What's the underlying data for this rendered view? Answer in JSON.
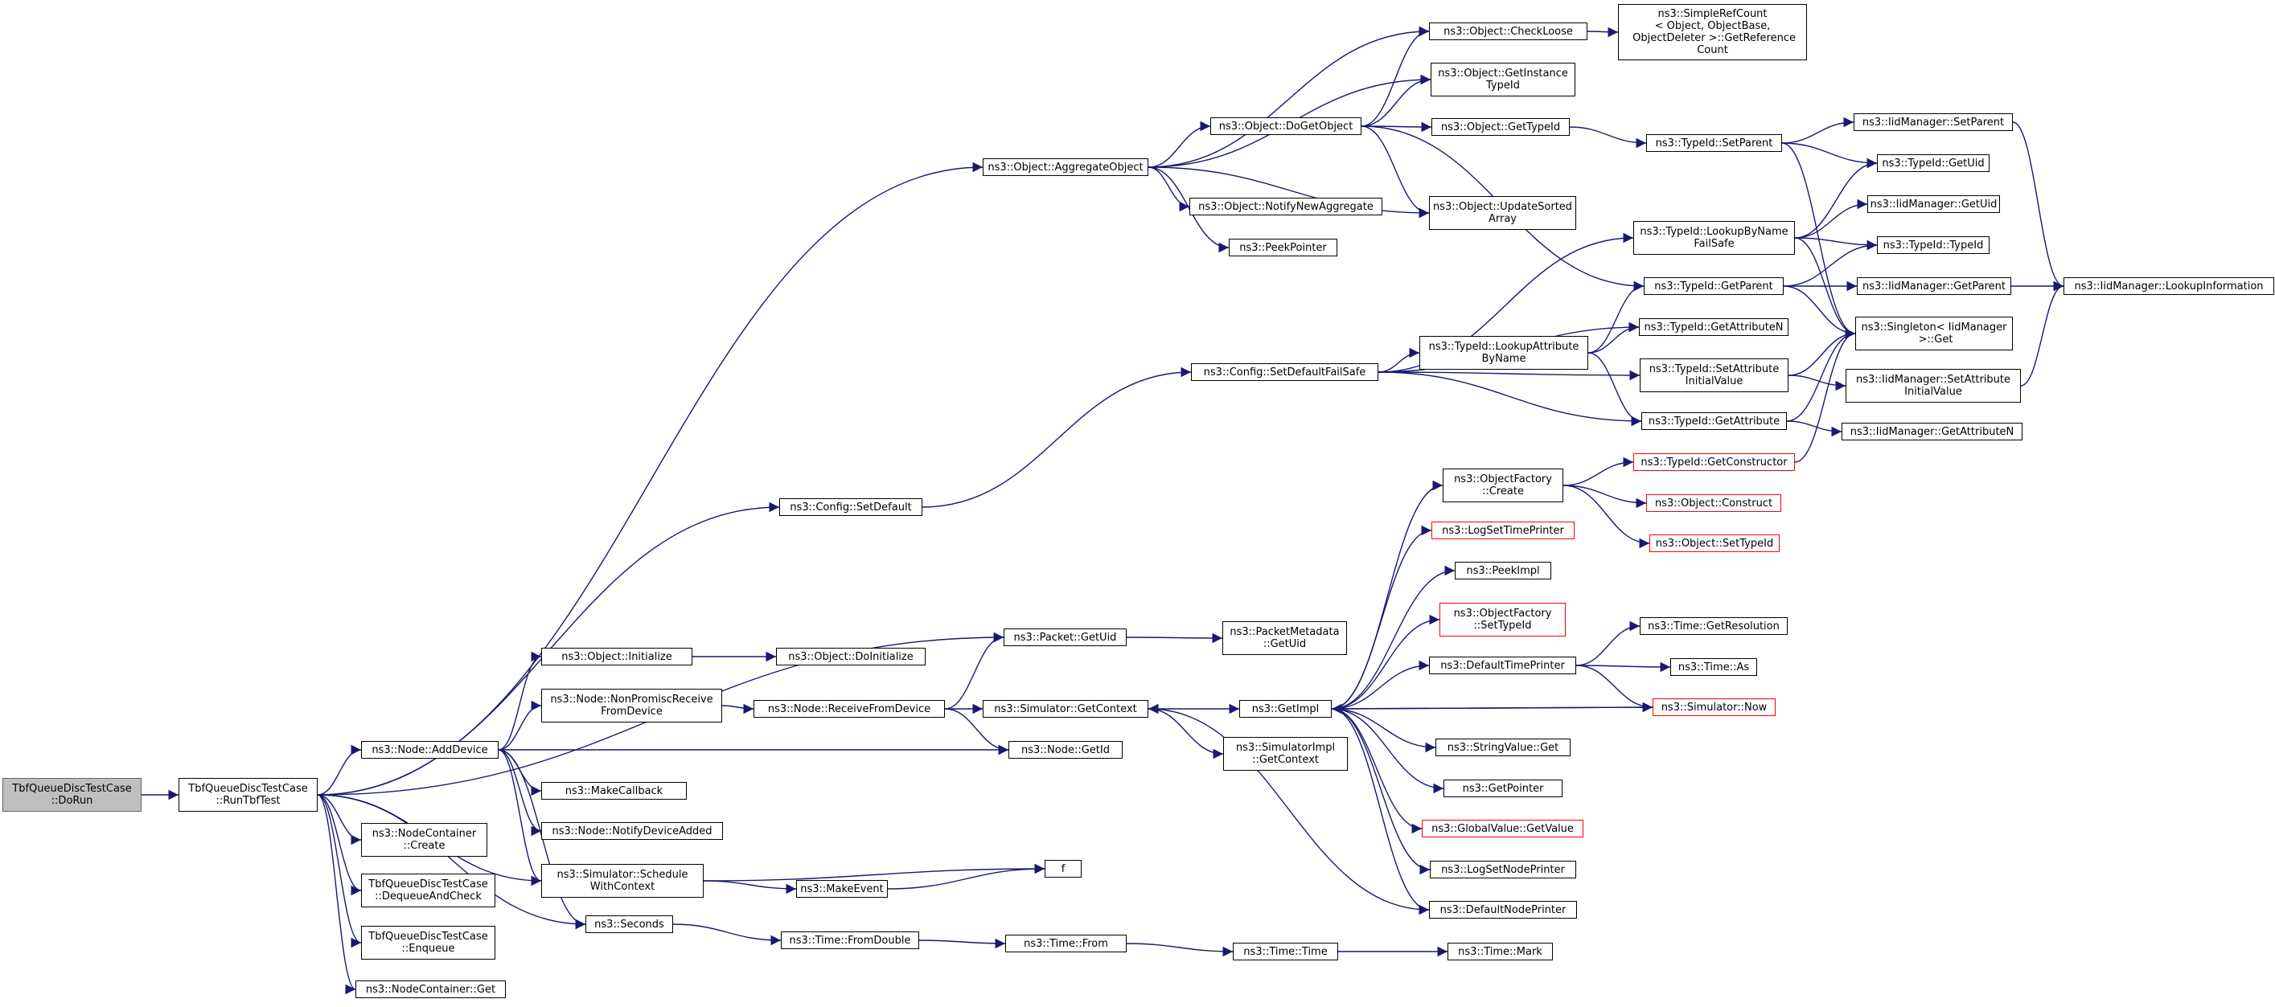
{
  "colors": {
    "edge": "#191970",
    "node_border": "#000000",
    "root_fill": "#bfbfbf",
    "incomplete_border": "#ff0000"
  },
  "nodes": [
    {
      "id": "root",
      "label": "TbfQueueDiscTestCase\n::DoRun",
      "style": "root"
    },
    {
      "id": "runtbf",
      "label": "TbfQueueDiscTestCase\n::RunTbfTest"
    },
    {
      "id": "nodeAddDevice",
      "label": "ns3::Node::AddDevice"
    },
    {
      "id": "ncCreate",
      "label": "ns3::NodeContainer\n::Create"
    },
    {
      "id": "deqCheck",
      "label": "TbfQueueDiscTestCase\n::DequeueAndCheck"
    },
    {
      "id": "enqueue",
      "label": "TbfQueueDiscTestCase\n::Enqueue"
    },
    {
      "id": "ncGet",
      "label": "ns3::NodeContainer::Get"
    },
    {
      "id": "objInit",
      "label": "ns3::Object::Initialize"
    },
    {
      "id": "nonPromisc",
      "label": "ns3::Node::NonPromiscReceive\nFromDevice"
    },
    {
      "id": "makeCallback",
      "label": "ns3::MakeCallback"
    },
    {
      "id": "notifyDevAdded",
      "label": "ns3::Node::NotifyDeviceAdded"
    },
    {
      "id": "schedWithCtx",
      "label": "ns3::Simulator::Schedule\nWithContext"
    },
    {
      "id": "seconds",
      "label": "ns3::Seconds"
    },
    {
      "id": "objDoInit",
      "label": "ns3::Object::DoInitialize"
    },
    {
      "id": "recvFromDev",
      "label": "ns3::Node::ReceiveFromDevice"
    },
    {
      "id": "makeEvent",
      "label": "ns3::MakeEvent"
    },
    {
      "id": "fromDouble",
      "label": "ns3::Time::FromDouble"
    },
    {
      "id": "aggObj",
      "label": "ns3::Object::AggregateObject"
    },
    {
      "id": "cfgSetDefault",
      "label": "ns3::Config::SetDefault"
    },
    {
      "id": "pktGetUid",
      "label": "ns3::Packet::GetUid"
    },
    {
      "id": "simGetCtx",
      "label": "ns3::Simulator::GetContext"
    },
    {
      "id": "nodeGetId",
      "label": "ns3::Node::GetId"
    },
    {
      "id": "f",
      "label": "f"
    },
    {
      "id": "timeFrom",
      "label": "ns3::Time::From"
    },
    {
      "id": "doGetObj",
      "label": "ns3::Object::DoGetObject"
    },
    {
      "id": "notifyNewAgg",
      "label": "ns3::Object::NotifyNewAggregate"
    },
    {
      "id": "peekPtr",
      "label": "ns3::PeekPointer"
    },
    {
      "id": "cfgSetDefFS",
      "label": "ns3::Config::SetDefaultFailSafe"
    },
    {
      "id": "pmGetUid",
      "label": "ns3::PacketMetadata\n::GetUid"
    },
    {
      "id": "getImpl",
      "label": "ns3::GetImpl"
    },
    {
      "id": "simImplGetCtx",
      "label": "ns3::SimulatorImpl\n::GetContext"
    },
    {
      "id": "timeTime",
      "label": "ns3::Time::Time"
    },
    {
      "id": "checkLoose",
      "label": "ns3::Object::CheckLoose"
    },
    {
      "id": "getInstTid",
      "label": "ns3::Object::GetInstance\nTypeId"
    },
    {
      "id": "objGetTid",
      "label": "ns3::Object::GetTypeId"
    },
    {
      "id": "updSorted",
      "label": "ns3::Object::UpdateSorted\nArray"
    },
    {
      "id": "lookupAttr",
      "label": "ns3::TypeId::LookupAttribute\nByName"
    },
    {
      "id": "ofCreate",
      "label": "ns3::ObjectFactory\n::Create"
    },
    {
      "id": "logSetTime",
      "label": "ns3::LogSetTimePrinter",
      "style": "red"
    },
    {
      "id": "peekImpl",
      "label": "ns3::PeekImpl"
    },
    {
      "id": "ofSetTid",
      "label": "ns3::ObjectFactory\n::SetTypeId",
      "style": "red"
    },
    {
      "id": "defTimePrinter",
      "label": "ns3::DefaultTimePrinter"
    },
    {
      "id": "strValGet",
      "label": "ns3::StringValue::Get"
    },
    {
      "id": "getPointer",
      "label": "ns3::GetPointer"
    },
    {
      "id": "gvGetValue",
      "label": "ns3::GlobalValue::GetValue",
      "style": "red"
    },
    {
      "id": "logSetNode",
      "label": "ns3::LogSetNodePrinter"
    },
    {
      "id": "defNodePrinter",
      "label": "ns3::DefaultNodePrinter"
    },
    {
      "id": "timeMark",
      "label": "ns3::Time::Mark"
    },
    {
      "id": "srcGetRef",
      "label": "ns3::SimpleRefCount\n< Object, ObjectBase,\n ObjectDeleter >::GetReference\nCount"
    },
    {
      "id": "tidSetParent",
      "label": "ns3::TypeId::SetParent"
    },
    {
      "id": "lookupByName",
      "label": "ns3::TypeId::LookupByName\nFailSafe"
    },
    {
      "id": "tidGetParent",
      "label": "ns3::TypeId::GetParent"
    },
    {
      "id": "tidGetAttrN",
      "label": "ns3::TypeId::GetAttributeN"
    },
    {
      "id": "tidSetAttrInit",
      "label": "ns3::TypeId::SetAttribute\nInitialValue"
    },
    {
      "id": "tidGetAttr",
      "label": "ns3::TypeId::GetAttribute"
    },
    {
      "id": "tidGetCtor",
      "label": "ns3::TypeId::GetConstructor",
      "style": "red"
    },
    {
      "id": "objConstruct",
      "label": "ns3::Object::Construct",
      "style": "red"
    },
    {
      "id": "objSetTid",
      "label": "ns3::Object::SetTypeId",
      "style": "red"
    },
    {
      "id": "timeGetRes",
      "label": "ns3::Time::GetResolution"
    },
    {
      "id": "timeAs",
      "label": "ns3::Time::As"
    },
    {
      "id": "simNow",
      "label": "ns3::Simulator::Now",
      "style": "red"
    },
    {
      "id": "iidSetParent",
      "label": "ns3::IidManager::SetParent"
    },
    {
      "id": "tidGetUid",
      "label": "ns3::TypeId::GetUid"
    },
    {
      "id": "iidGetUid",
      "label": "ns3::IidManager::GetUid"
    },
    {
      "id": "tidTypeId",
      "label": "ns3::TypeId::TypeId"
    },
    {
      "id": "iidGetParent",
      "label": "ns3::IidManager::GetParent"
    },
    {
      "id": "singletonGet",
      "label": "ns3::Singleton< IidManager\n >::Get"
    },
    {
      "id": "iidSetAttrInit",
      "label": "ns3::IidManager::SetAttribute\nInitialValue"
    },
    {
      "id": "iidGetAttrN",
      "label": "ns3::IidManager::GetAttributeN"
    },
    {
      "id": "iidLookupInfo",
      "label": "ns3::IidManager::LookupInformation"
    }
  ],
  "edges": [
    [
      "root",
      "runtbf"
    ],
    [
      "runtbf",
      "aggObj"
    ],
    [
      "runtbf",
      "cfgSetDefault"
    ],
    [
      "runtbf",
      "pktGetUid"
    ],
    [
      "runtbf",
      "nodeAddDevice"
    ],
    [
      "runtbf",
      "schedWithCtx"
    ],
    [
      "runtbf",
      "seconds"
    ],
    [
      "runtbf",
      "ncCreate"
    ],
    [
      "runtbf",
      "deqCheck"
    ],
    [
      "runtbf",
      "enqueue"
    ],
    [
      "runtbf",
      "ncGet"
    ],
    [
      "nodeAddDevice",
      "objInit"
    ],
    [
      "nodeAddDevice",
      "nonPromisc"
    ],
    [
      "nodeAddDevice",
      "nodeGetId"
    ],
    [
      "nodeAddDevice",
      "makeCallback"
    ],
    [
      "nodeAddDevice",
      "notifyDevAdded"
    ],
    [
      "nodeAddDevice",
      "schedWithCtx"
    ],
    [
      "nodeAddDevice",
      "seconds"
    ],
    [
      "objInit",
      "objDoInit"
    ],
    [
      "nonPromisc",
      "recvFromDev"
    ],
    [
      "recvFromDev",
      "pktGetUid"
    ],
    [
      "recvFromDev",
      "simGetCtx"
    ],
    [
      "recvFromDev",
      "nodeGetId"
    ],
    [
      "schedWithCtx",
      "makeEvent"
    ],
    [
      "schedWithCtx",
      "f"
    ],
    [
      "makeEvent",
      "f"
    ],
    [
      "seconds",
      "fromDouble"
    ],
    [
      "fromDouble",
      "timeFrom"
    ],
    [
      "timeFrom",
      "timeTime"
    ],
    [
      "timeTime",
      "timeMark"
    ],
    [
      "aggObj",
      "checkLoose"
    ],
    [
      "aggObj",
      "getInstTid"
    ],
    [
      "aggObj",
      "doGetObj"
    ],
    [
      "aggObj",
      "updSorted"
    ],
    [
      "aggObj",
      "notifyNewAgg"
    ],
    [
      "aggObj",
      "peekPtr"
    ],
    [
      "doGetObj",
      "checkLoose"
    ],
    [
      "doGetObj",
      "getInstTid"
    ],
    [
      "doGetObj",
      "objGetTid"
    ],
    [
      "doGetObj",
      "updSorted"
    ],
    [
      "doGetObj",
      "tidGetParent"
    ],
    [
      "checkLoose",
      "srcGetRef"
    ],
    [
      "objGetTid",
      "tidSetParent"
    ],
    [
      "cfgSetDefault",
      "cfgSetDefFS"
    ],
    [
      "cfgSetDefFS",
      "lookupByName"
    ],
    [
      "cfgSetDefFS",
      "tidGetAttrN"
    ],
    [
      "cfgSetDefFS",
      "lookupAttr"
    ],
    [
      "cfgSetDefFS",
      "tidSetAttrInit"
    ],
    [
      "cfgSetDefFS",
      "tidGetAttr"
    ],
    [
      "lookupAttr",
      "tidGetParent"
    ],
    [
      "lookupAttr",
      "tidGetAttrN"
    ],
    [
      "lookupAttr",
      "tidGetAttr"
    ],
    [
      "pktGetUid",
      "pmGetUid"
    ],
    [
      "simGetCtx",
      "getImpl"
    ],
    [
      "simGetCtx",
      "simImplGetCtx"
    ],
    [
      "getImpl",
      "ofCreate"
    ],
    [
      "getImpl",
      "logSetTime"
    ],
    [
      "getImpl",
      "peekImpl"
    ],
    [
      "getImpl",
      "ofSetTid"
    ],
    [
      "getImpl",
      "defTimePrinter"
    ],
    [
      "getImpl",
      "strValGet"
    ],
    [
      "getImpl",
      "getPointer"
    ],
    [
      "getImpl",
      "gvGetValue"
    ],
    [
      "getImpl",
      "logSetNode"
    ],
    [
      "getImpl",
      "defNodePrinter"
    ],
    [
      "getImpl",
      "simNow"
    ],
    [
      "defNodePrinter",
      "simGetCtx"
    ],
    [
      "simNow",
      "getImpl"
    ],
    [
      "defTimePrinter",
      "timeGetRes"
    ],
    [
      "defTimePrinter",
      "timeAs"
    ],
    [
      "defTimePrinter",
      "simNow"
    ],
    [
      "ofCreate",
      "tidGetCtor"
    ],
    [
      "ofCreate",
      "objConstruct"
    ],
    [
      "ofCreate",
      "objSetTid"
    ],
    [
      "tidGetCtor",
      "singletonGet"
    ],
    [
      "tidSetParent",
      "iidSetParent"
    ],
    [
      "tidSetParent",
      "tidGetUid"
    ],
    [
      "tidSetParent",
      "singletonGet"
    ],
    [
      "lookupByName",
      "tidGetUid"
    ],
    [
      "lookupByName",
      "iidGetUid"
    ],
    [
      "lookupByName",
      "tidTypeId"
    ],
    [
      "lookupByName",
      "singletonGet"
    ],
    [
      "tidGetParent",
      "tidTypeId"
    ],
    [
      "tidGetParent",
      "iidGetParent"
    ],
    [
      "tidGetParent",
      "singletonGet"
    ],
    [
      "tidSetAttrInit",
      "singletonGet"
    ],
    [
      "tidSetAttrInit",
      "iidSetAttrInit"
    ],
    [
      "tidGetAttr",
      "singletonGet"
    ],
    [
      "tidGetAttr",
      "iidGetAttrN"
    ],
    [
      "iidSetParent",
      "iidLookupInfo"
    ],
    [
      "iidGetParent",
      "iidLookupInfo"
    ],
    [
      "iidSetAttrInit",
      "iidLookupInfo"
    ]
  ]
}
